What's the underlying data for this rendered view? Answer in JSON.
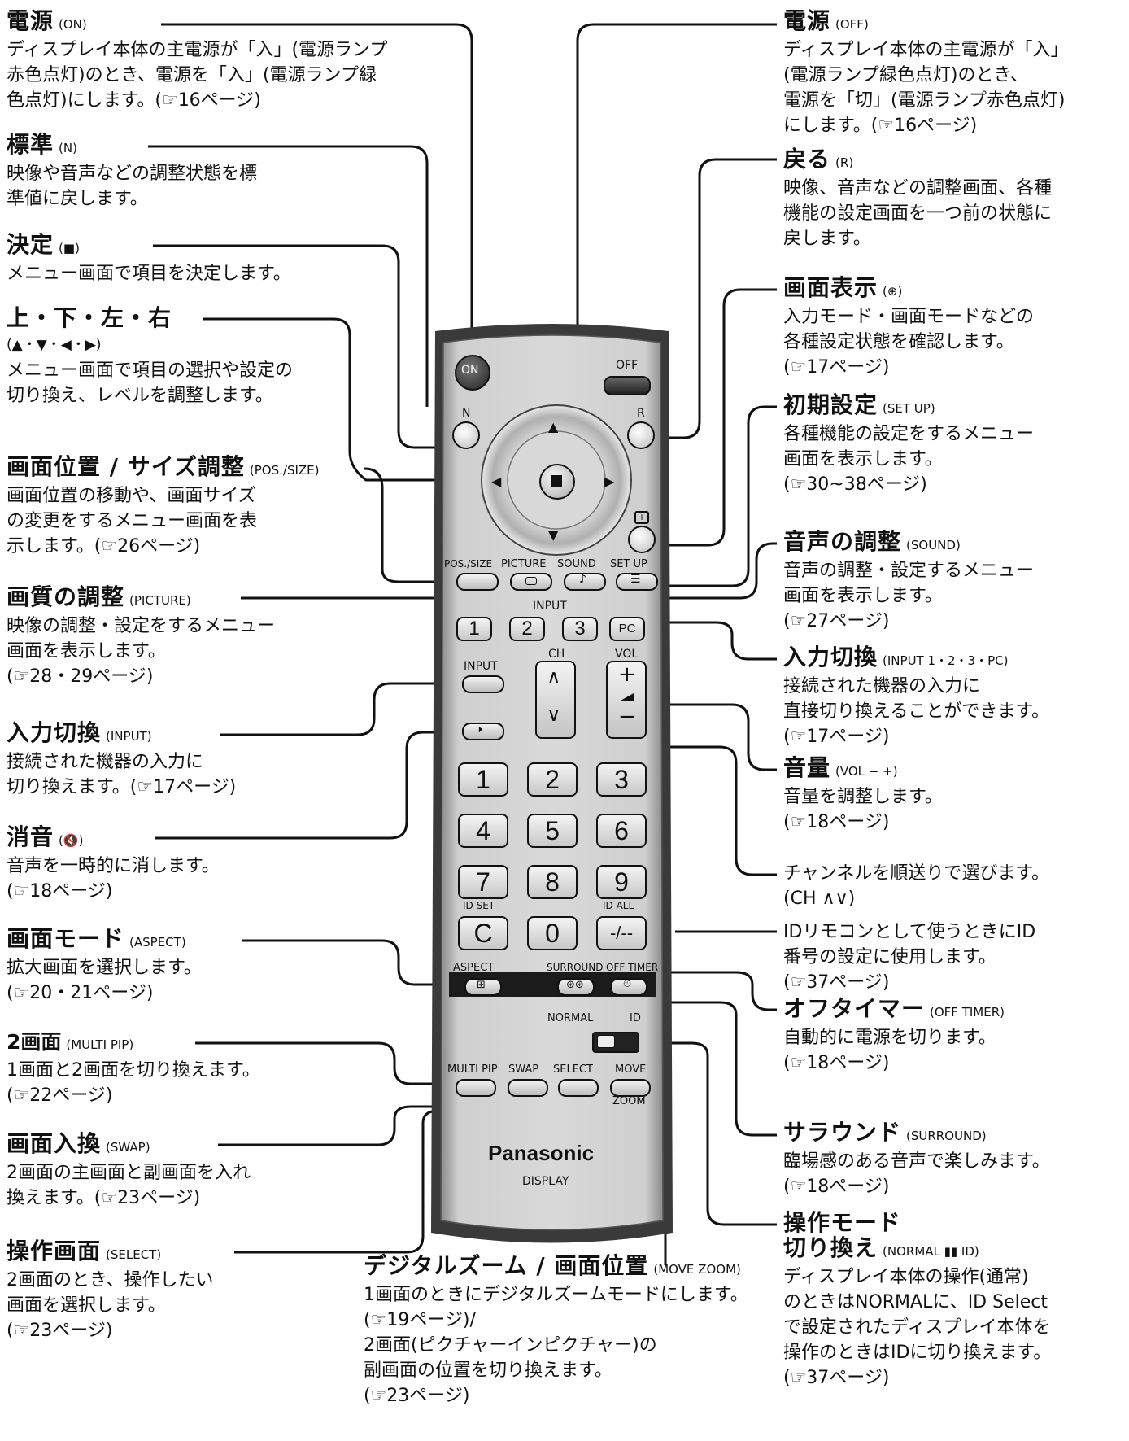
{
  "labels": {
    "on": {
      "title": "電源",
      "key": "ON",
      "lines": [
        "ディスプレイ本体の主電源が「入」(電源ランプ",
        "赤色点灯)のとき、電源を「入」(電源ランプ緑",
        "色点灯)にします。(☞16ページ)"
      ]
    },
    "n": {
      "title": "標準",
      "key": "N",
      "lines": [
        "映像や音声などの調整状態を標",
        "準値に戻します。"
      ]
    },
    "enter": {
      "title": "決定",
      "key": "■",
      "lines": [
        "メニュー画面で項目を決定します。"
      ]
    },
    "arrows": {
      "title": "上・下・左・右",
      "key": "(▲・▼・◀・▶)",
      "lines": [
        "メニュー画面で項目の選択や設定の",
        "切り換え、レベルを調整します。"
      ]
    },
    "possize": {
      "title": "画面位置 / サイズ調整",
      "key": "POS./SIZE",
      "lines": [
        "画面位置の移動や、画面サイズ",
        "の変更をするメニュー画面を表",
        "示します。(☞26ページ)"
      ]
    },
    "picture": {
      "title": "画質の調整",
      "key": "PICTURE",
      "lines": [
        "映像の調整・設定をするメニュー",
        "画面を表示します。",
        "(☞28・29ページ)"
      ]
    },
    "input": {
      "title": "入力切換",
      "key": "INPUT",
      "lines": [
        "接続された機器の入力に",
        "切り換えます。(☞17ページ)"
      ]
    },
    "mute": {
      "title": "消音",
      "key": "🔇",
      "lines": [
        "音声を一時的に消します。",
        "(☞18ページ)"
      ]
    },
    "aspect": {
      "title": "画面モード",
      "key": "ASPECT",
      "lines": [
        "拡大画面を選択します。",
        "(☞20・21ページ)"
      ]
    },
    "multipip": {
      "title": "2画面",
      "key": "MULTI PIP",
      "lines": [
        "1画面と2画面を切り換えます。",
        "(☞22ページ)"
      ]
    },
    "swap": {
      "title": "画面入換",
      "key": "SWAP",
      "lines": [
        "2画面の主画面と副画面を入れ",
        "換えます。(☞23ページ)"
      ]
    },
    "select": {
      "title": "操作画面",
      "key": "SELECT",
      "lines": [
        "2画面のとき、操作したい",
        "画面を選択します。",
        "(☞23ページ)"
      ]
    },
    "move": {
      "title": "デジタルズーム / 画面位置",
      "key": "MOVE ZOOM",
      "lines": [
        "1画面のときにデジタルズームモードにします。",
        "(☞19ページ)/",
        "2画面(ピクチャーインピクチャー)の",
        "副画面の位置を切り換えます。",
        "(☞23ページ)"
      ]
    },
    "off": {
      "title": "電源",
      "key": "OFF",
      "lines": [
        "ディスプレイ本体の主電源が「入」",
        "(電源ランプ緑色点灯)のとき、",
        "電源を「切」(電源ランプ赤色点灯)",
        "にします。(☞16ページ)"
      ]
    },
    "r": {
      "title": "戻る",
      "key": "R",
      "lines": [
        "映像、音声などの調整画面、各種",
        "機能の設定画面を一つ前の状態に",
        "戻します。"
      ]
    },
    "recall": {
      "title": "画面表示",
      "key": "⊕",
      "lines": [
        "入力モード・画面モードなどの",
        "各種設定状態を確認します。",
        "(☞17ページ)"
      ]
    },
    "setup": {
      "title": "初期設定",
      "key": "SET UP",
      "lines": [
        "各種機能の設定をするメニュー",
        "画面を表示します。",
        "(☞30~38ページ)"
      ]
    },
    "sound": {
      "title": "音声の調整",
      "key": "SOUND",
      "lines": [
        "音声の調整・設定するメニュー",
        "画面を表示します。",
        "(☞27ページ)"
      ]
    },
    "inputsel": {
      "title": "入力切換",
      "key": "INPUT 1・2・3・PC",
      "lines": [
        "接続された機器の入力に",
        "直接切り換えることができます。",
        "(☞17ページ)"
      ]
    },
    "vol": {
      "title": "音量",
      "key": "VOL − +",
      "lines": [
        "音量を調整します。",
        "(☞18ページ)"
      ]
    },
    "ch": {
      "title": "",
      "key": "",
      "lines": [
        "チャンネルを順送りで選びます。",
        "(CH ∧∨)"
      ]
    },
    "idremote": {
      "title": "",
      "key": "",
      "lines": [
        "IDリモコンとして使うときにID",
        "番号の設定に使用します。",
        "(☞37ページ)"
      ]
    },
    "offtimer": {
      "title": "オフタイマー",
      "key": "OFF TIMER",
      "lines": [
        "自動的に電源を切ります。",
        "(☞18ページ)"
      ]
    },
    "surround": {
      "title": "サラウンド",
      "key": "SURROUND",
      "lines": [
        "臨場感のある音声で楽しみます。",
        "(☞18ページ)"
      ]
    },
    "mode": {
      "title": "操作モード",
      "title2": "切り換え",
      "key": "NORMAL ▮▮ ID",
      "lines": [
        "ディスプレイ本体の操作(通常)",
        "のときはNORMALに、ID Select",
        "で設定されたディスプレイ本体を",
        "操作のときはIDに切り換えます。",
        "(☞37ページ)"
      ]
    }
  },
  "remote": {
    "on_label": "ON",
    "off_label": "OFF",
    "n_label": "N",
    "r_label": "R",
    "possize_label": "POS./SIZE",
    "picture_label": "PICTURE",
    "sound_label": "SOUND",
    "setup_label": "SET UP",
    "input_group_label": "INPUT",
    "input1": "1",
    "input2": "2",
    "input3": "3",
    "inputpc": "PC",
    "input_label": "INPUT",
    "ch_label": "CH",
    "vol_label": "VOL",
    "num": [
      "1",
      "2",
      "3",
      "4",
      "5",
      "6",
      "7",
      "8",
      "9",
      "C",
      "0",
      "-/--"
    ],
    "idset_label": "ID SET",
    "idall_label": "ID ALL",
    "aspect_label": "ASPECT",
    "surround_label": "SURROUND",
    "offtimer_label": "OFF TIMER",
    "normal_label": "NORMAL",
    "id_label": "ID",
    "multipip_label": "MULTI PIP",
    "swap_label": "SWAP",
    "select_label": "SELECT",
    "move_label": "MOVE",
    "zoom_label": "ZOOM",
    "brand": "Panasonic",
    "brand_sub": "DISPLAY"
  }
}
